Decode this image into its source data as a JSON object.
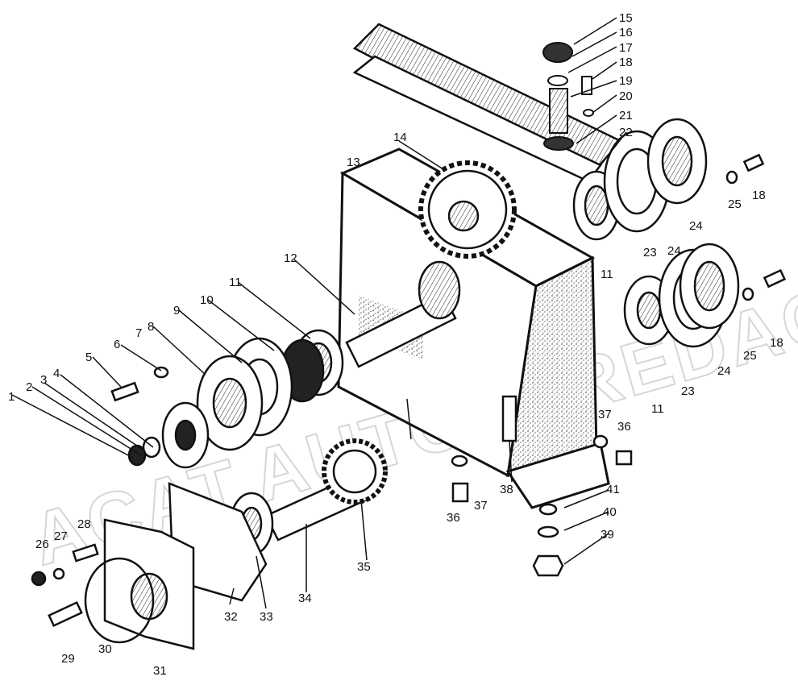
{
  "figure": {
    "watermark": "ACAT.AUTOPEREDACHA.RU",
    "callouts": [
      {
        "key": "p1",
        "text": "1"
      },
      {
        "key": "p2",
        "text": "2"
      },
      {
        "key": "p3",
        "text": "3"
      },
      {
        "key": "p4",
        "text": "4"
      },
      {
        "key": "p5",
        "text": "5"
      },
      {
        "key": "p6",
        "text": "6"
      },
      {
        "key": "p7",
        "text": "7"
      },
      {
        "key": "p8",
        "text": "8"
      },
      {
        "key": "p9",
        "text": "9"
      },
      {
        "key": "p10",
        "text": "10"
      },
      {
        "key": "p11a",
        "text": "11"
      },
      {
        "key": "p12",
        "text": "12"
      },
      {
        "key": "p13",
        "text": "13"
      },
      {
        "key": "p14",
        "text": "14"
      },
      {
        "key": "p15",
        "text": "15"
      },
      {
        "key": "p16",
        "text": "16"
      },
      {
        "key": "p17",
        "text": "17"
      },
      {
        "key": "p18a",
        "text": "18"
      },
      {
        "key": "p19",
        "text": "19"
      },
      {
        "key": "p20",
        "text": "20"
      },
      {
        "key": "p21",
        "text": "21"
      },
      {
        "key": "p22",
        "text": "22"
      },
      {
        "key": "p23a",
        "text": "23"
      },
      {
        "key": "p24a",
        "text": "24"
      },
      {
        "key": "p25a",
        "text": "25"
      },
      {
        "key": "p18b",
        "text": "18"
      },
      {
        "key": "p11b",
        "text": "11"
      },
      {
        "key": "p24b",
        "text": "24"
      },
      {
        "key": "p11c",
        "text": "11"
      },
      {
        "key": "p23b",
        "text": "23"
      },
      {
        "key": "p24c",
        "text": "24"
      },
      {
        "key": "p25b",
        "text": "25"
      },
      {
        "key": "p18c",
        "text": "18"
      },
      {
        "key": "p37a",
        "text": "37"
      },
      {
        "key": "p36a",
        "text": "36"
      },
      {
        "key": "p38",
        "text": "38"
      },
      {
        "key": "p37b",
        "text": "37"
      },
      {
        "key": "p36b",
        "text": "36"
      },
      {
        "key": "p41",
        "text": "41"
      },
      {
        "key": "p40",
        "text": "40"
      },
      {
        "key": "p39",
        "text": "39"
      },
      {
        "key": "p35",
        "text": "35"
      },
      {
        "key": "p34",
        "text": "34"
      },
      {
        "key": "p33",
        "text": "33"
      },
      {
        "key": "p32",
        "text": "32"
      },
      {
        "key": "p31",
        "text": "31"
      },
      {
        "key": "p30",
        "text": "30"
      },
      {
        "key": "p29",
        "text": "29"
      },
      {
        "key": "p28",
        "text": "28"
      },
      {
        "key": "p27",
        "text": "27"
      },
      {
        "key": "p26",
        "text": "26"
      }
    ]
  }
}
